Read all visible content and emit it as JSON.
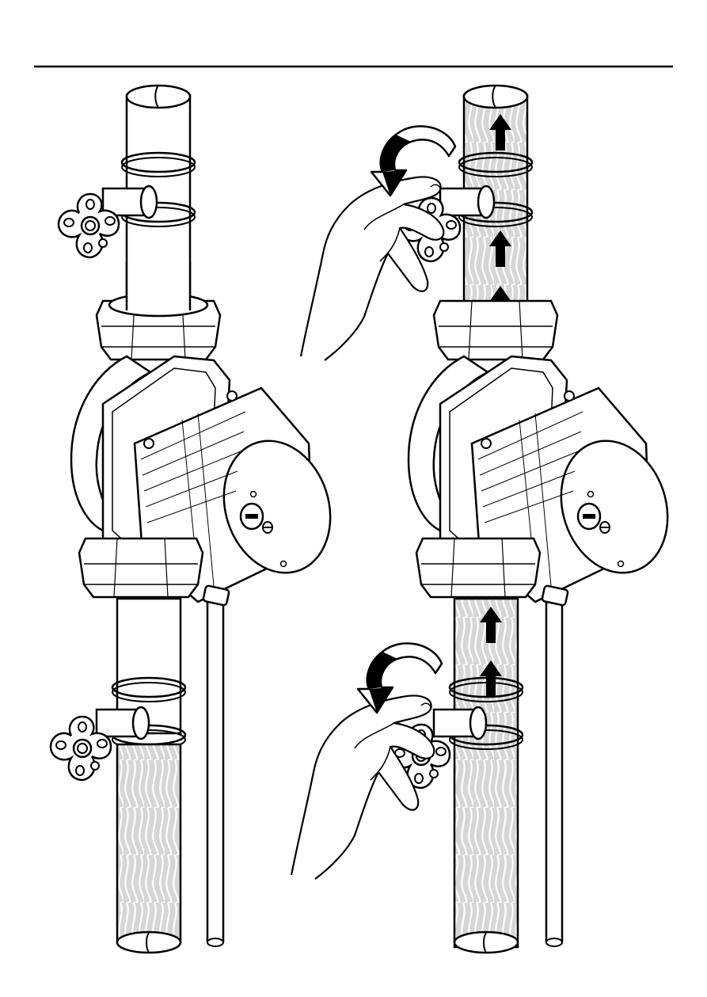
{
  "colors": {
    "ink": "#000000",
    "paper": "#ffffff",
    "water": "#d6d6d6",
    "water_wave": "#ffffff"
  },
  "panels": [
    {
      "id": "before",
      "valves": "closed",
      "water_in_upper_pipe": false,
      "water_in_mid_pipe": false,
      "water_in_lower_pipe": true,
      "flow_arrows": false,
      "hands": false
    },
    {
      "id": "after",
      "valves": "opening",
      "water_in_upper_pipe": true,
      "water_in_mid_pipe": true,
      "water_in_lower_pipe": true,
      "flow_arrows": true,
      "flow_direction": "up",
      "rotation_arrows": 2,
      "hands": 2
    }
  ],
  "icons": [
    "valve-handwheel-icon",
    "circulator-pump-icon",
    "flow-up-arrow-icon",
    "rotate-arrow-icon",
    "hand-icon"
  ]
}
